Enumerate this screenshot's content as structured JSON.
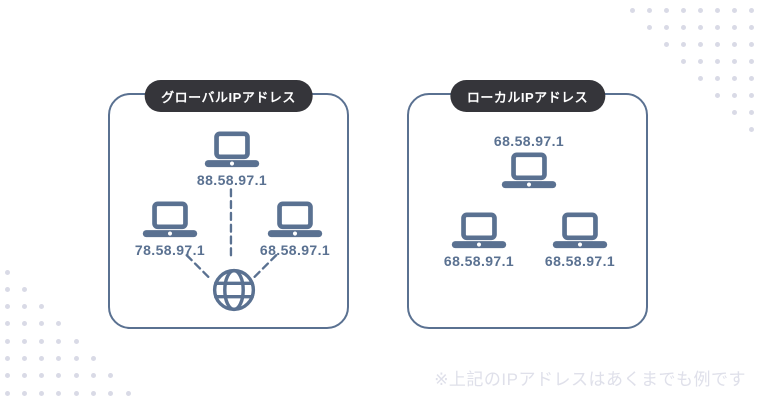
{
  "panels": {
    "global": {
      "title": "グローバルIPアドレス",
      "devices": [
        {
          "ip": "88.58.97.1"
        },
        {
          "ip": "78.58.97.1"
        },
        {
          "ip": "68.58.97.1"
        }
      ],
      "hub_icon": "globe-icon"
    },
    "local": {
      "title": "ローカルIPアドレス",
      "devices": [
        {
          "ip": "68.58.97.1"
        },
        {
          "ip": "68.58.97.1"
        },
        {
          "ip": "68.58.97.1"
        }
      ]
    }
  },
  "footnote": "※上記のIPアドレスはあくまでも例です",
  "icons": [
    "laptop-icon",
    "globe-icon"
  ],
  "colors": {
    "accent": "#5a7191",
    "pill_bg": "#35353a",
    "pill_text": "#ffffff",
    "dot": "#d9dae6",
    "footnote": "#dfe0ea",
    "background": "#ffffff"
  }
}
